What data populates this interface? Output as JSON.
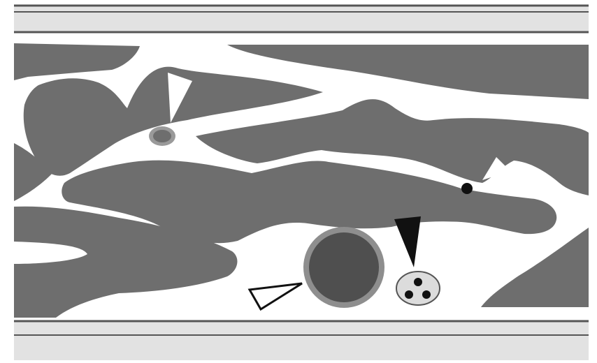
{
  "figure": {
    "colors": {
      "background": "#ffffff",
      "band_fill": "#e2e2e2",
      "band_line": "#555555",
      "mass": "#6e6e6e",
      "small_cell_fill": "#6e6e6e",
      "small_cell_ring": "#9a9a9a",
      "large_cell_fill": "#4f4f4f",
      "large_cell_ring": "#8e8e8e",
      "cluster_fill": "#dcdcdc",
      "dot": "#111111",
      "arrow_white_fill": "#ffffff",
      "arrow_black_fill": "#111111"
    },
    "markers": [
      {
        "name": "white-arrowhead-small-cell",
        "style": "white"
      },
      {
        "name": "white-arrowhead-dot",
        "style": "white"
      },
      {
        "name": "black-arrowhead-cluster",
        "style": "black"
      },
      {
        "name": "outline-arrowhead-large-cell",
        "style": "outline"
      }
    ]
  }
}
